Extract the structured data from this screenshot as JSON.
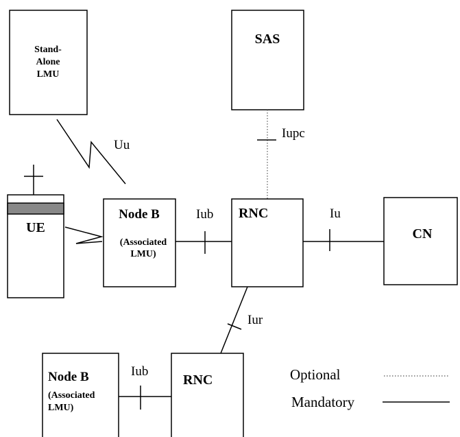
{
  "nodes": {
    "standalone_lmu": {
      "lines": [
        "Stand-",
        "Alone",
        "LMU"
      ]
    },
    "sas": {
      "label": "SAS"
    },
    "ue": {
      "label": "UE"
    },
    "node_b_top": {
      "label": "Node B",
      "sub": [
        "(Associated",
        "LMU)"
      ]
    },
    "rnc_top": {
      "label": "RNC"
    },
    "cn": {
      "label": "CN"
    },
    "node_b_bottom": {
      "label": "Node B",
      "sub": [
        "(Associated",
        "LMU)"
      ]
    },
    "rnc_bottom": {
      "label": "RNC"
    }
  },
  "interfaces": {
    "uu": "Uu",
    "iupc": "Iupc",
    "iub_top": "Iub",
    "iu": "Iu",
    "iur": "Iur",
    "iub_bottom": "Iub"
  },
  "legend": {
    "optional": "Optional",
    "mandatory": "Mandatory"
  }
}
